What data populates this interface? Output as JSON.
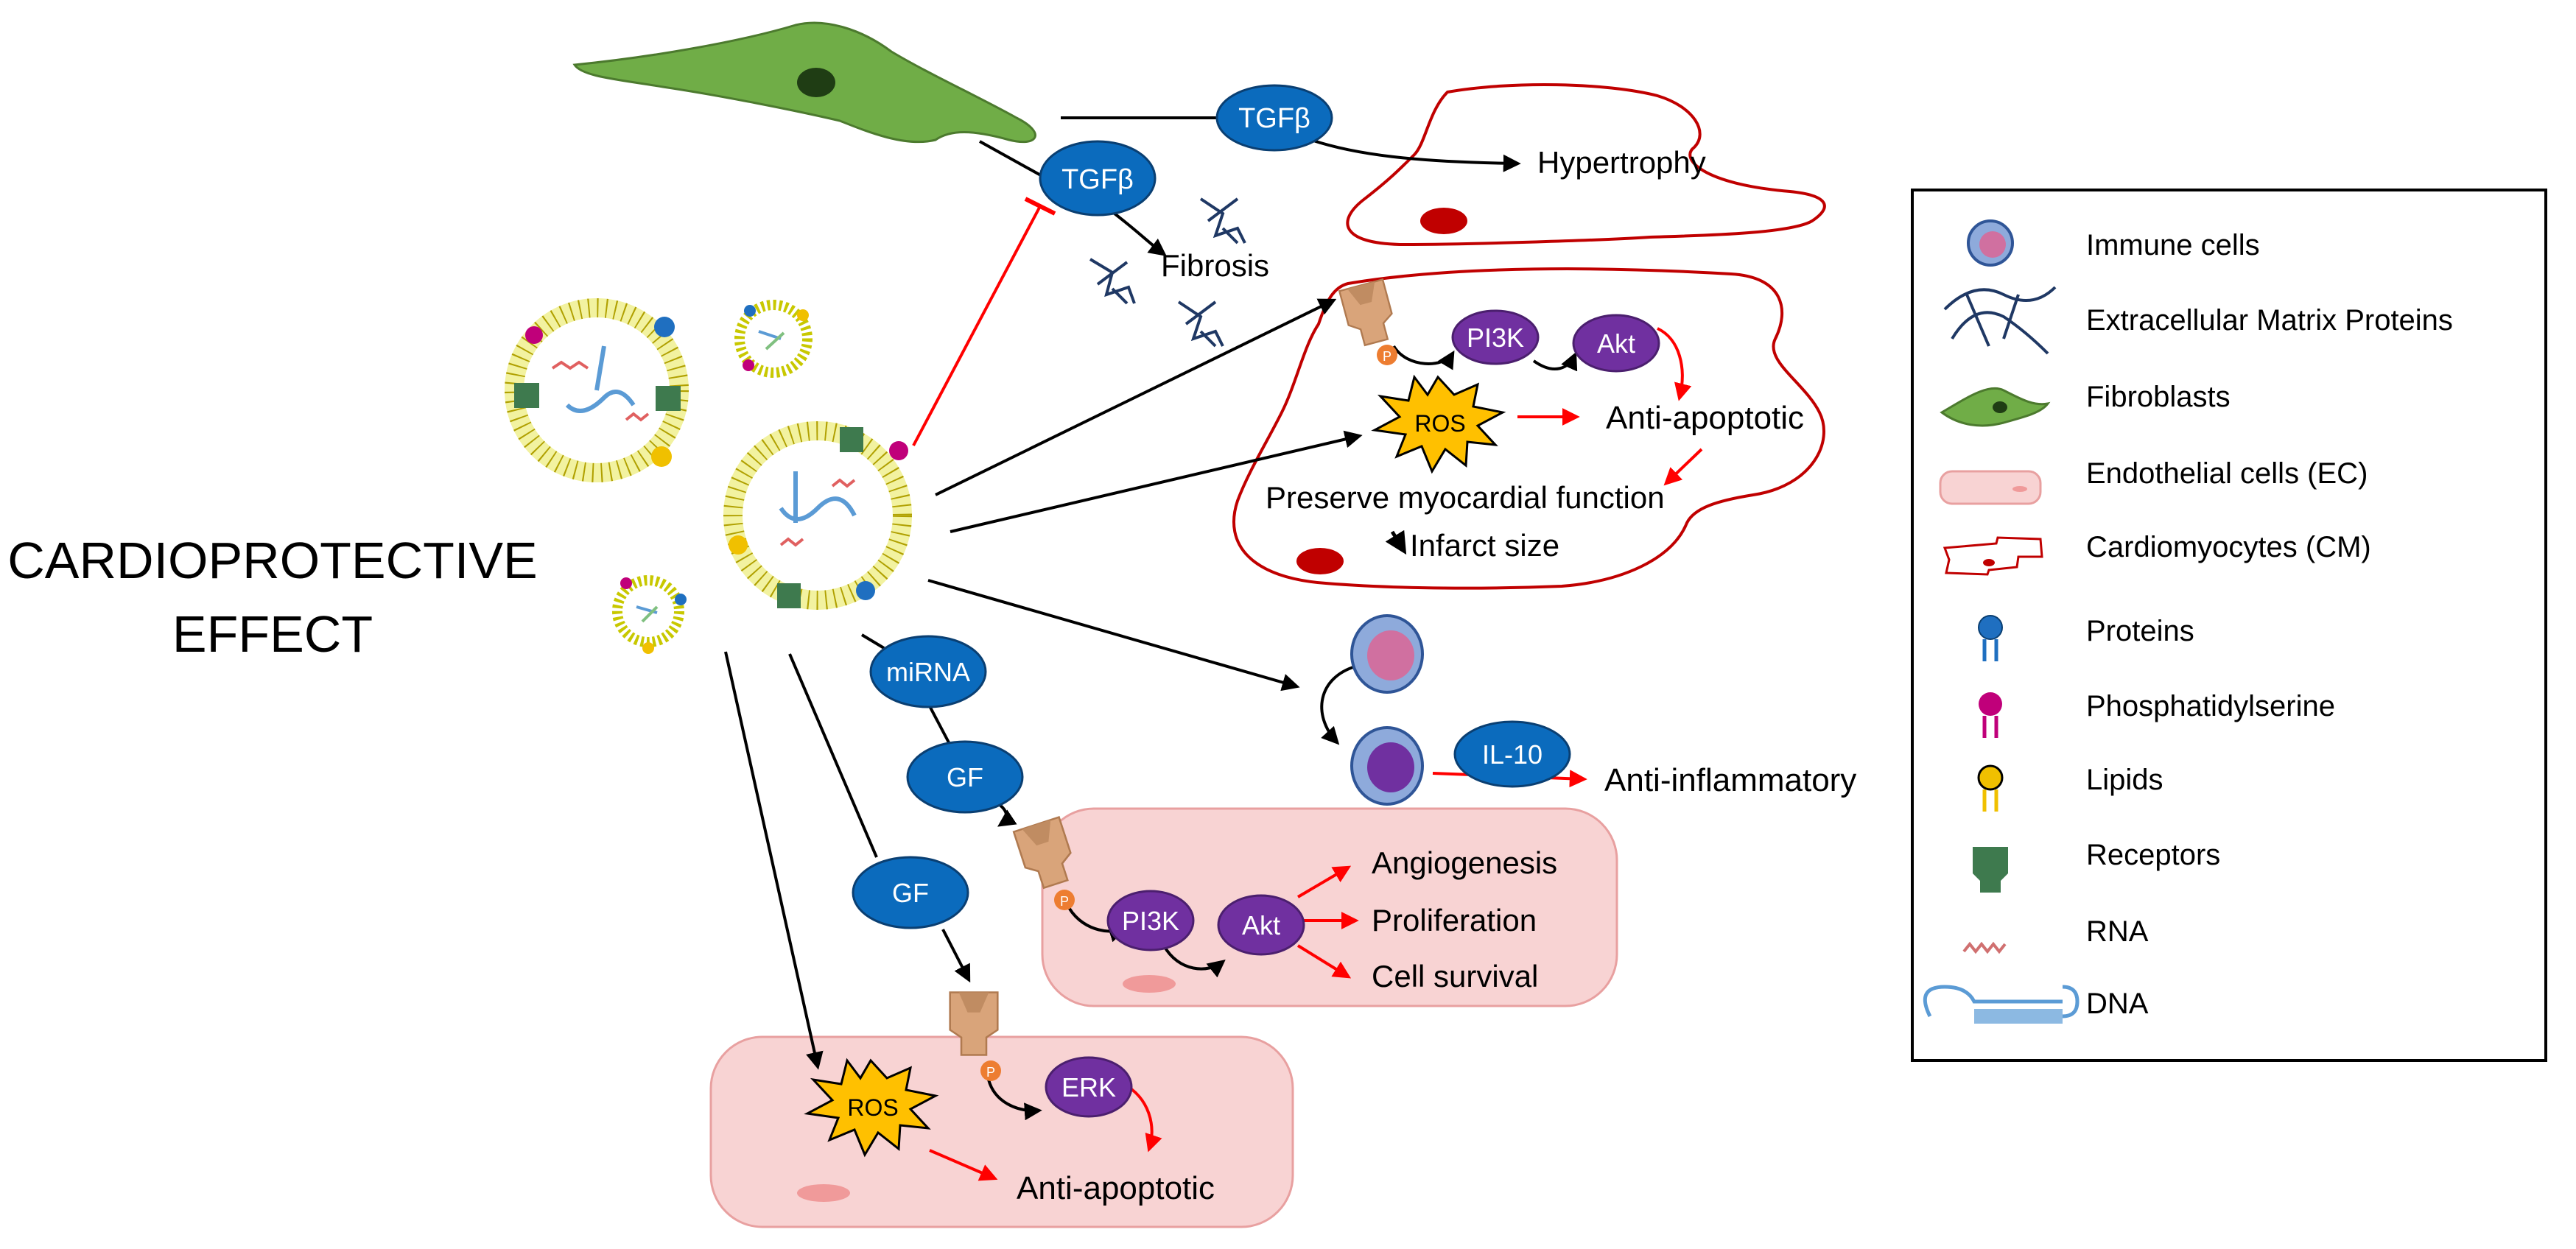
{
  "title": "CARDIOPROTECTIVE EFFECT",
  "labels": {
    "tgfb_top": "TGFβ",
    "tgfb_mid": "TGFβ",
    "hypertrophy": "Hypertrophy",
    "fibrosis": "Fibrosis",
    "pi3k_cm": "PI3K",
    "akt_cm": "Akt",
    "ros_cm": "ROS",
    "anti_apoptotic_cm": "Anti-apoptotic",
    "preserve": "Preserve myocardial function",
    "infarct": "Infarct size",
    "mirna": "miRNA",
    "gf_upper": "GF",
    "gf_lower": "GF",
    "il10": "IL-10",
    "anti_inflammatory": "Anti-inflammatory",
    "pi3k_ec": "PI3K",
    "akt_ec": "Akt",
    "angiogenesis": "Angiogenesis",
    "proliferation": "Proliferation",
    "cell_survival": "Cell survival",
    "ros_ec": "ROS",
    "erk": "ERK",
    "anti_apoptotic_ec": "Anti-apoptotic",
    "p": "P"
  },
  "legend": {
    "items": [
      {
        "icon": "immune-cell",
        "label": "Immune cells"
      },
      {
        "icon": "extracellular-matrix",
        "label": "Extracellular Matrix Proteins"
      },
      {
        "icon": "fibroblast",
        "label": "Fibroblasts"
      },
      {
        "icon": "endothelial-cell",
        "label": "Endothelial cells (EC)"
      },
      {
        "icon": "cardiomyocyte",
        "label": "Cardiomyocytes (CM)"
      },
      {
        "icon": "protein",
        "label": "Proteins"
      },
      {
        "icon": "phosphatidylserine",
        "label": "Phosphatidylserine"
      },
      {
        "icon": "lipid",
        "label": "Lipids"
      },
      {
        "icon": "receptor",
        "label": "Receptors"
      },
      {
        "icon": "rna",
        "label": "RNA"
      },
      {
        "icon": "dna",
        "label": "DNA"
      }
    ]
  },
  "colors": {
    "signal_blue": "#0b6bbd",
    "kinase_purple": "#7030a0",
    "ros_yellow": "#ffc000",
    "fibroblast_green": "#70ad47",
    "cm_red": "#c00000",
    "ec_pink": "#f8d3d3",
    "receptor_tan": "#d9a47a",
    "phospho_orange": "#ed7d31",
    "inhibit_red": "#ff0000"
  }
}
